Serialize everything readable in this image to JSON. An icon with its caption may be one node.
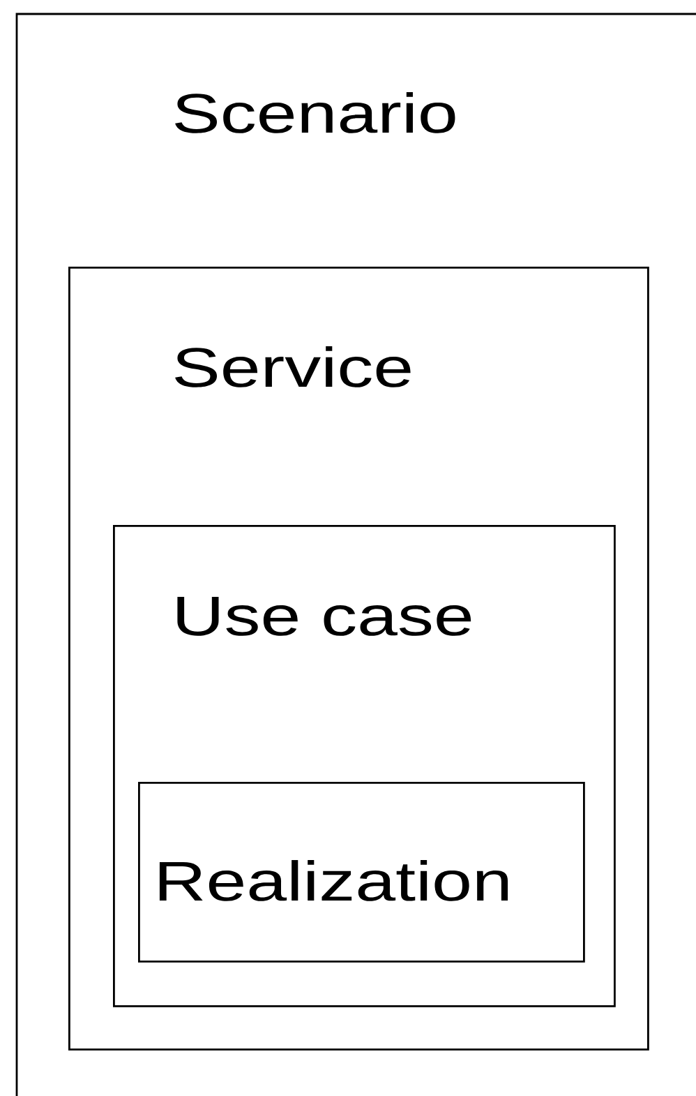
{
  "diagram": {
    "nodes": [
      {
        "text": [
          "Scenario"
        ]
      },
      {
        "text": [
          "Service"
        ],
        "in": 0
      },
      {
        "text": [
          "Use case"
        ],
        "in": 1
      },
      {
        "text": [
          "Realization"
        ],
        "in": 2
      }
    ]
  }
}
